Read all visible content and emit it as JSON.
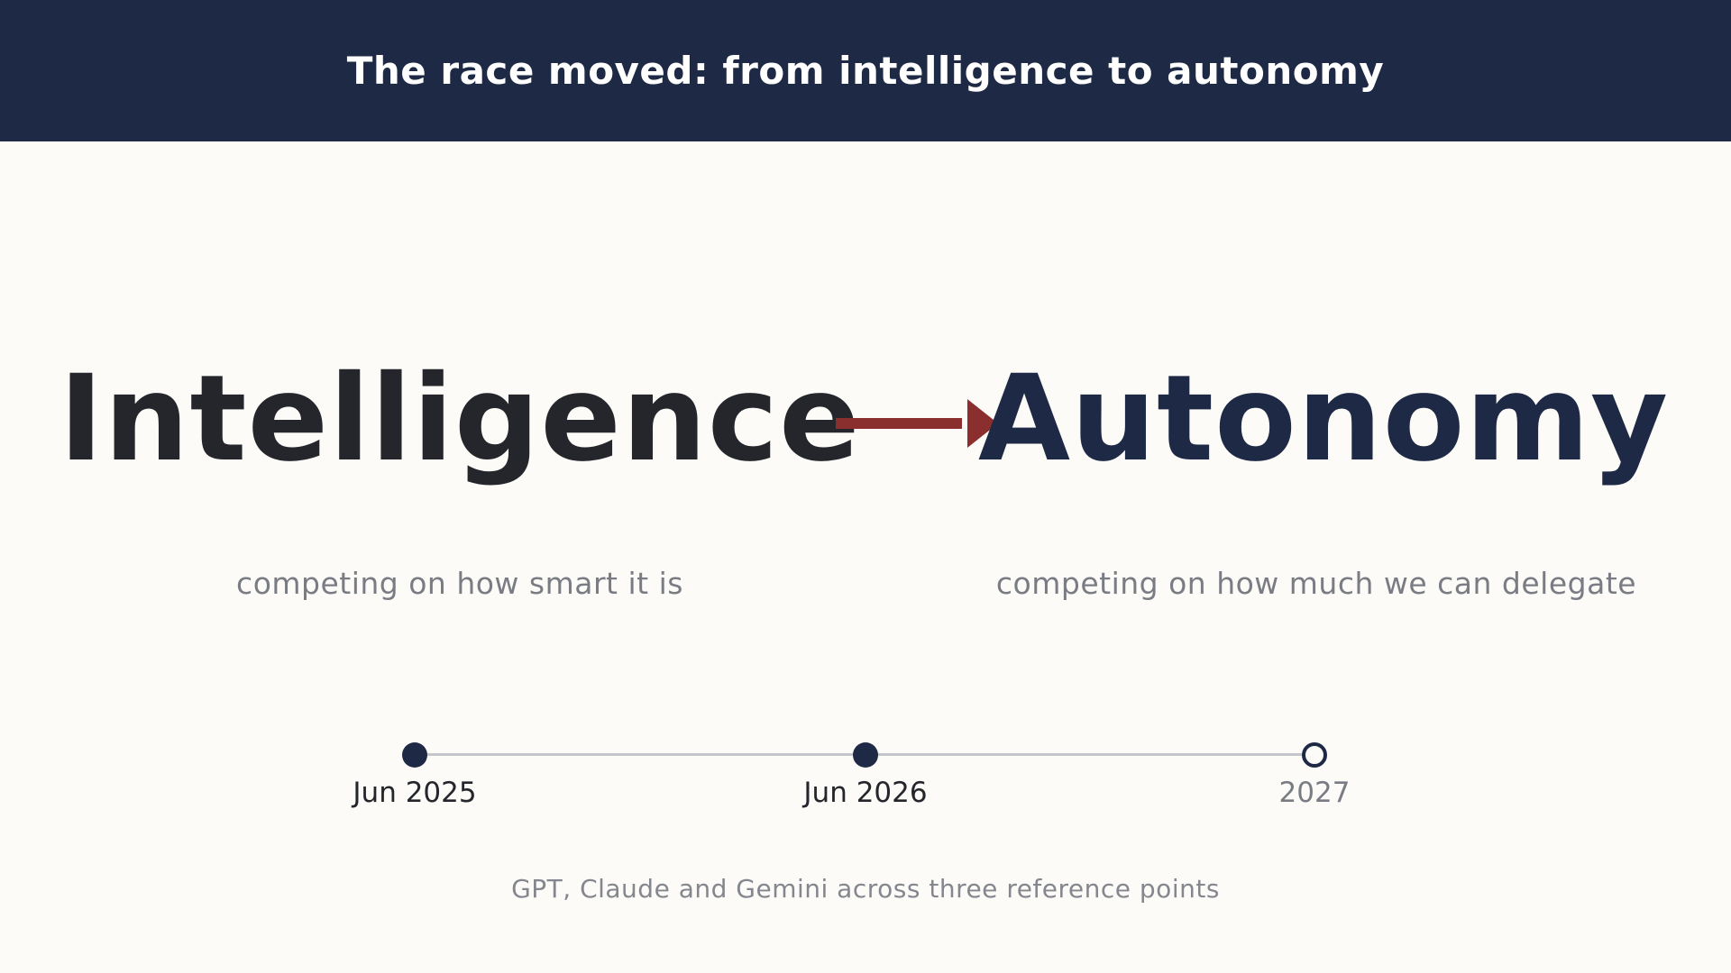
{
  "header": {
    "title": "The race moved: from intelligence to autonomy"
  },
  "comparison": {
    "from": {
      "word": "Intelligence",
      "caption": "competing on how smart it is"
    },
    "to": {
      "word": "Autonomy",
      "caption": "competing on how much we can delegate"
    },
    "arrow": {
      "icon": "right-arrow-icon",
      "color": "#8b2e2e"
    }
  },
  "timeline": {
    "points": [
      {
        "label": "Jun 2025",
        "state": "filled"
      },
      {
        "label": "Jun 2026",
        "state": "filled"
      },
      {
        "label": "2027",
        "state": "hollow"
      }
    ]
  },
  "footer": {
    "caption": "GPT, Claude and Gemini across three reference points"
  },
  "colors": {
    "header_bg": "#1e2a45",
    "background": "#fcfbf8",
    "accent": "#8b2e2e",
    "muted_text": "#7a7c84"
  }
}
